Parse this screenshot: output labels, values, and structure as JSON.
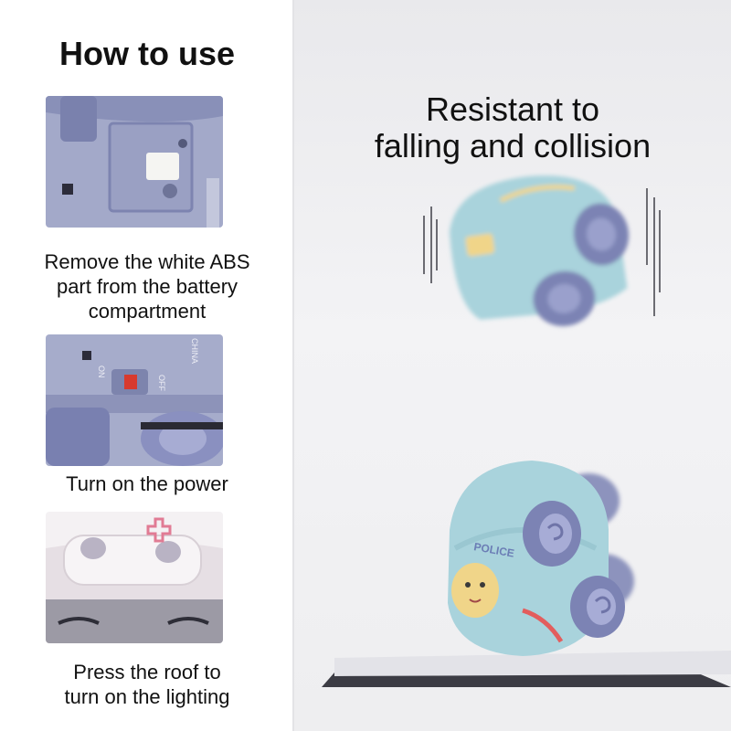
{
  "how_to_use": {
    "title": "How to use",
    "steps": [
      {
        "caption_lines": [
          "Remove the white ABS",
          "part from the battery",
          "compartment"
        ]
      },
      {
        "caption_lines": [
          "Turn on the power"
        ],
        "switch_labels": [
          "OFF",
          "ON",
          "CHINA"
        ]
      },
      {
        "caption_lines": [
          "Press the roof to",
          "turn on the lighting"
        ]
      }
    ]
  },
  "feature": {
    "headline_lines": [
      "Resistant to",
      "falling and collision"
    ],
    "car_label": "POLICE"
  },
  "colors": {
    "car_body": "#a9d3dc",
    "wheel": "#7c83b4",
    "plastic_grey": "#a3a9c9",
    "background": "#eeeef0"
  }
}
